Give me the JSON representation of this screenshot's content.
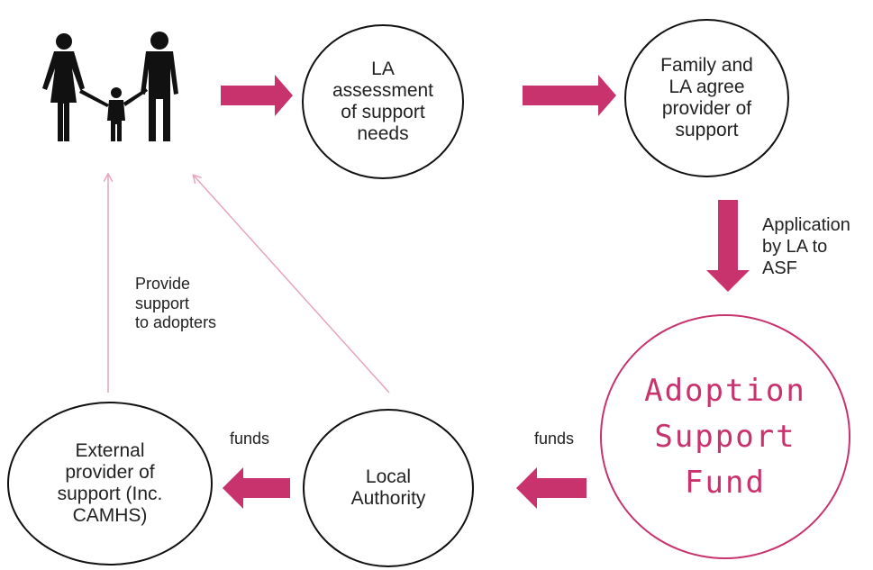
{
  "colors": {
    "arrow": "#c8336e",
    "thin_arrow": "#e8a3bd",
    "outline": "#111111",
    "asf_accent": "#c8336e"
  },
  "icons": {
    "family": "family-icon"
  },
  "nodes": {
    "la_assessment": "LA\nassessment\nof support\nneeds",
    "family_la_agree": "Family and\nLA agree\nprovider of\nsupport",
    "asf": "Adoption\nSupport\nFund",
    "local_authority": "Local\nAuthority",
    "external_provider": "External\nprovider of\nsupport (Inc.\nCAMHS)"
  },
  "edge_labels": {
    "application": "Application\nby LA to\nASF",
    "funds_asf_to_la": "funds",
    "funds_la_to_external": "funds",
    "provide_support": "Provide\nsupport\nto adopters"
  }
}
